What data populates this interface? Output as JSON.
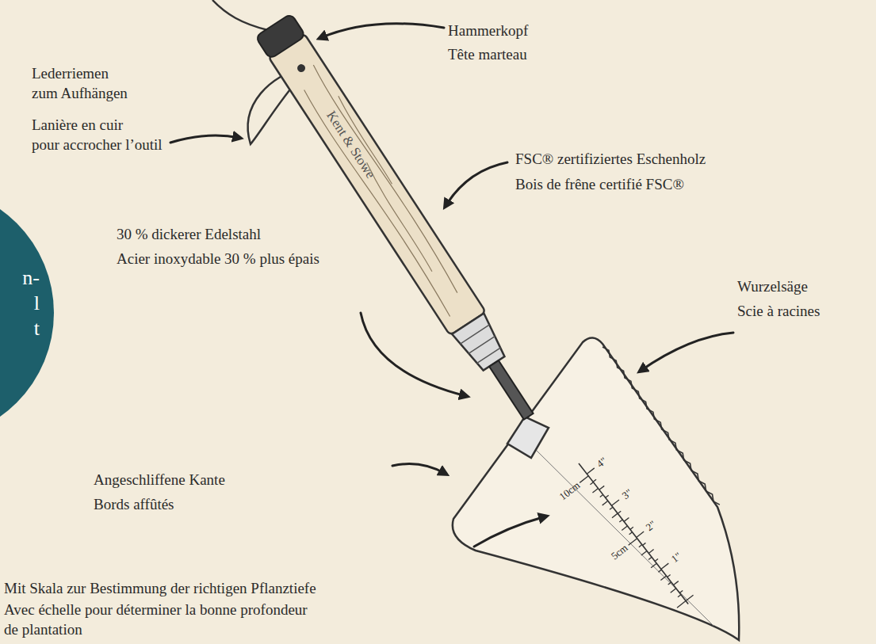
{
  "diagram": {
    "nodes": [
      {
        "text": [
          "n- l t"
        ]
      }
    ],
    "labels": [
      "Hammerkopf",
      "Tête marteau",
      "Lederriemen zum Aufhängen",
      "Lanière en cuir pour accrocher l’outil",
      "FSC® zertifiziertes Eschenholz",
      "Bois de frêne certifié FSC®",
      "30 % dickerer Edelstahl",
      "Acier inoxydable 30 % plus épais",
      "Wurzelsäge",
      "Scie à racines",
      "Angeschliffene Kante",
      "Bords affûtés",
      "Mit Skala zur Bestimmung der richtigen Pflanztiefe",
      "Avec échelle pour déterminer la bonne profondeur de plantation",
      "Kent & Stowe",
      "10cm",
      "4\"",
      "3\"",
      "2\"",
      "5cm",
      "1\""
    ]
  }
}
